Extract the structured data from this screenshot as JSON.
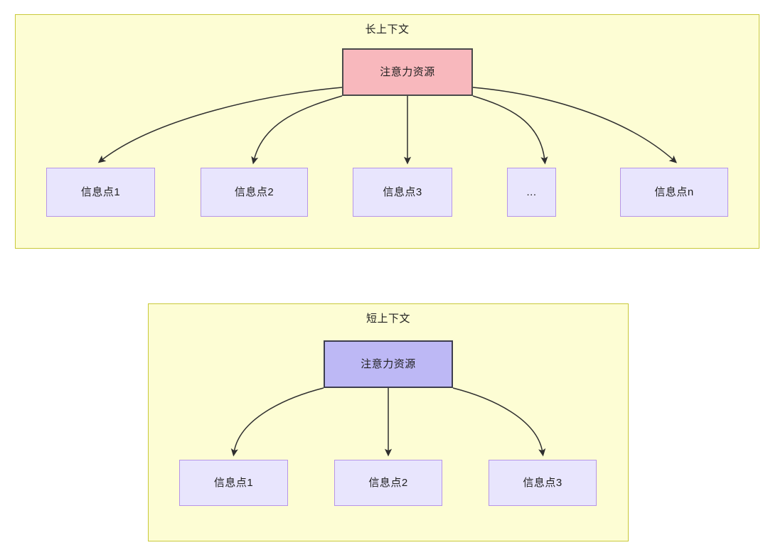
{
  "diagram": {
    "title_semantic": "attention-resource-allocation-long-vs-short-context",
    "panels": [
      {
        "id": "long-context",
        "title": "长上下文",
        "root": {
          "label": "注意力资源"
        },
        "leaves": [
          {
            "label": "信息点1"
          },
          {
            "label": "信息点2"
          },
          {
            "label": "信息点3"
          },
          {
            "label": "..."
          },
          {
            "label": "信息点n"
          }
        ]
      },
      {
        "id": "short-context",
        "title": "短上下文",
        "root": {
          "label": "注意力资源"
        },
        "leaves": [
          {
            "label": "信息点1"
          },
          {
            "label": "信息点2"
          },
          {
            "label": "信息点3"
          }
        ]
      }
    ],
    "colors": {
      "panel_fill": "#fdfdd4",
      "panel_border": "#c9c93a",
      "root_long_fill": "#f8b8bd",
      "root_long_border": "#4a4a4a",
      "root_short_fill": "#bdb8f5",
      "root_short_border": "#3d3d4f",
      "leaf_fill": "#e8e5fd",
      "leaf_border": "#b695e8",
      "connector": "#2f2f2f",
      "text": "#1f1f1f",
      "background": "#ffffff"
    }
  }
}
